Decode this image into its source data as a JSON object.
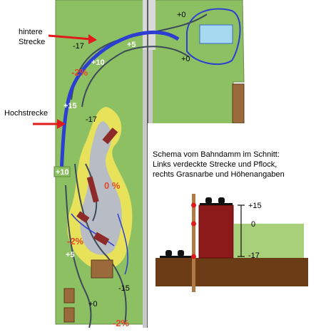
{
  "callouts": {
    "rear_track": "hintere\nStrecke",
    "high_track": "Hochstrecke"
  },
  "elevation_labels": {
    "top_right_plus0": "+0",
    "mid_right_plus0": "+0",
    "rear_minus17": "-17",
    "rear_plus5": "+5",
    "curve_plus10": "+10",
    "curve_minus2": "-2%",
    "high_plus15": "+15",
    "inner_minus17": "-17",
    "high_plus10": "+10",
    "grade_zero": "0 %",
    "lower_minus2": "-2%",
    "lower_plus5": "+5",
    "bottom_minus15": "-15",
    "bottom_plus0": "+0",
    "bottom_minus2": "-2%"
  },
  "schema": {
    "caption_line1": "Schema vom Bahndamm im Schnitt:",
    "caption_line2": "Links verdeckte Strecke und Pflock,",
    "caption_line3": "rechts Grasnarbe und Höhenangaben",
    "scale_plus15": "+15",
    "scale_zero": "0",
    "scale_minus17": "-17"
  },
  "colors": {
    "grass": "#8dc063",
    "track_blue": "#2c3fd0",
    "track_dark": "#1d2a88",
    "yellow_zone": "#e8e25b",
    "grey_zone": "#b8bcc4",
    "building": "#8d2b2b",
    "ground": "#6a3b14",
    "callout_red": "#e11b1b",
    "grade_text": "#e0492a"
  }
}
